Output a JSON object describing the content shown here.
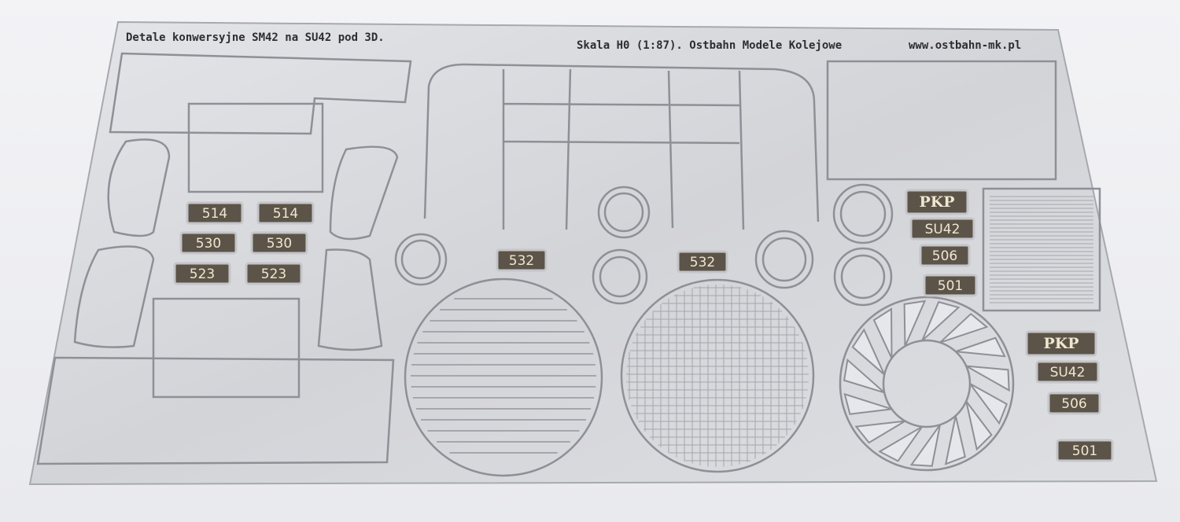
{
  "sheet": {
    "title_left": "Detale konwersyjne SM42 na SU42 pod 3D.",
    "title_right": "Skala H0 (1:87). Ostbahn Modele Kolejowe",
    "website": "www.ostbahn-mk.pl"
  },
  "plates": [
    "514",
    "514",
    "530",
    "530",
    "523",
    "523",
    "532",
    "532",
    "PKP",
    "SU42",
    "506",
    "501",
    "PKP",
    "SU42",
    "506",
    "501"
  ],
  "colors": {
    "metal": "#d9dade",
    "edge": "#8e9096",
    "plate": "#5c5448",
    "background": "#eceef1"
  }
}
